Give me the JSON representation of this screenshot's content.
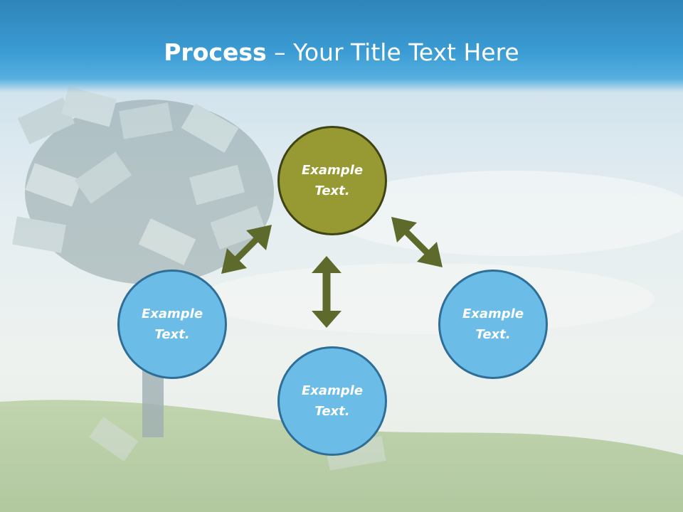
{
  "title": {
    "bold": "Process",
    "separator": " – ",
    "rest": "Your Title Text Here"
  },
  "nodes": {
    "top": {
      "line1": "Example",
      "line2": "Text."
    },
    "left": {
      "line1": "Example",
      "line2": "Text."
    },
    "bottom": {
      "line1": "Example",
      "line2": "Text."
    },
    "right": {
      "line1": "Example",
      "line2": "Text."
    }
  },
  "colors": {
    "header": "#3a9bd3",
    "node_fill": "#6bbde8",
    "node_border": "#2f6f97",
    "center_fill": "#979933",
    "center_border": "#3e4414",
    "arrow": "#5e6a2b",
    "title_text": "#ffffff"
  },
  "icons": {
    "arrow_top_left": "double-arrow-icon",
    "arrow_top_bottom": "double-arrow-icon",
    "arrow_top_right": "double-arrow-icon"
  }
}
